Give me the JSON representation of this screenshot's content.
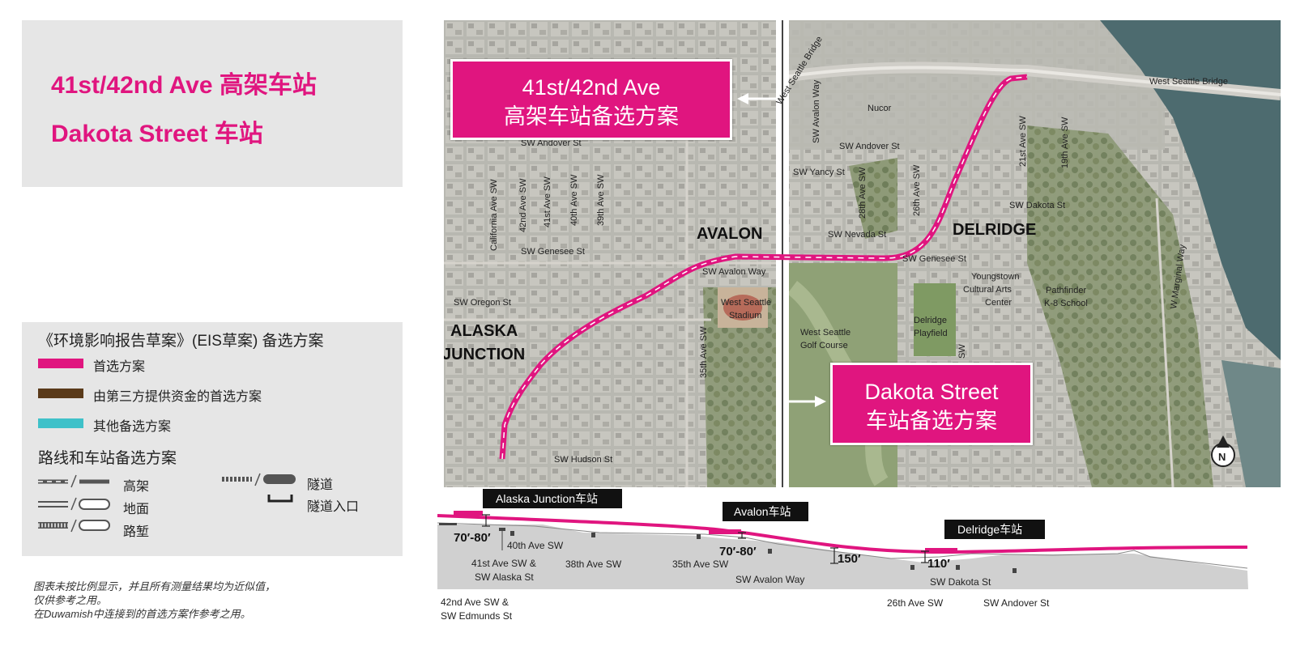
{
  "title": {
    "line1": "41st/42nd Ave 高架车站",
    "line2": "Dakota Street 车站"
  },
  "legend": {
    "heading": "《环境影响报告草案》(EIS草案) 备选方案",
    "items": [
      {
        "label": "首选方案",
        "color": "#e0157f"
      },
      {
        "label": "由第三方提供资金的首选方案",
        "color": "#5a3a1a"
      },
      {
        "label": "其他备选方案",
        "color": "#3fc1c9"
      }
    ],
    "route_heading": "路线和车站备选方案",
    "route_types": {
      "elevated": "高架",
      "at_grade": "地面",
      "retained_cut": "路堑",
      "tunnel": "隧道",
      "tunnel_portal": "隧道入口"
    }
  },
  "note": {
    "lines": [
      "图表未按比例显示，并且所有测量结果均为近似值，",
      "仅供参考之用。",
      "在Duwamish中连接到的首选方案作参考之用。"
    ]
  },
  "callouts": {
    "left": {
      "line1": "41st/42nd Ave",
      "line2": "高架车站备选方案"
    },
    "right": {
      "line1": "Dakota Street",
      "line2": "车站备选方案"
    }
  },
  "map": {
    "neighborhoods": [
      "AVALON",
      "DELRIDGE",
      "ALASKA",
      "JUNCTION"
    ],
    "streets": {
      "california": "California Ave SW",
      "ave42": "42nd Ave SW",
      "ave41": "41st Ave SW",
      "ave40": "40th Ave SW",
      "ave39": "39th Ave SW",
      "andover_w": "SW Andover St",
      "genesee_w": "SW Genesee St",
      "oregon": "SW Oregon St",
      "hudson": "SW Hudson St",
      "avalon_way": "SW Avalon Way",
      "ave35": "35th Ave SW",
      "wsb_diag": "West Seattle Bridge",
      "avalon_way_v": "SW Avalon Way",
      "andover_e": "SW Andover St",
      "yancy": "SW Yancy St",
      "ave28": "28th Ave SW",
      "ave26": "26th Ave SW",
      "nevada": "SW Nevada St",
      "genesee_e": "SW Genesee St",
      "ave21": "21st Ave SW",
      "ave19": "19th Ave SW",
      "dakota": "SW Dakota St",
      "wsb": "West Seattle Bridge",
      "marginal": "W Marginal Way",
      "sw_frag": "SW"
    },
    "places": {
      "nucor": "Nucor",
      "stadium1": "West Seattle",
      "stadium2": "Stadium",
      "golf1": "West Seattle",
      "golf2": "Golf Course",
      "delpf1": "Delridge",
      "delpf2": "Playfield",
      "youngstown1": "Youngstown",
      "youngstown2": "Cultural Arts",
      "youngstown3": "Center",
      "pathfinder1": "Pathfinder",
      "pathfinder2": "K-8 School"
    },
    "north_arrow": "N"
  },
  "profile": {
    "stations": {
      "alaska": "Alaska Junction车站",
      "avalon": "Avalon车站",
      "delridge": "Delridge车站"
    },
    "heights": {
      "h1": "70′-80′",
      "h2": "70′-80′",
      "h3": "150′",
      "h4": "110′"
    },
    "cross_streets": {
      "s42a": "42nd Ave SW &",
      "s42b": "SW Edmunds St",
      "s41a": "41st Ave SW &",
      "s41b": "SW Alaska St",
      "s40": "40th Ave SW",
      "s38": "38th Ave SW",
      "s35": "35th Ave SW",
      "avw": "SW Avalon Way",
      "s26": "26th Ave SW",
      "dak": "SW Dakota St",
      "and": "SW Andover St"
    }
  }
}
